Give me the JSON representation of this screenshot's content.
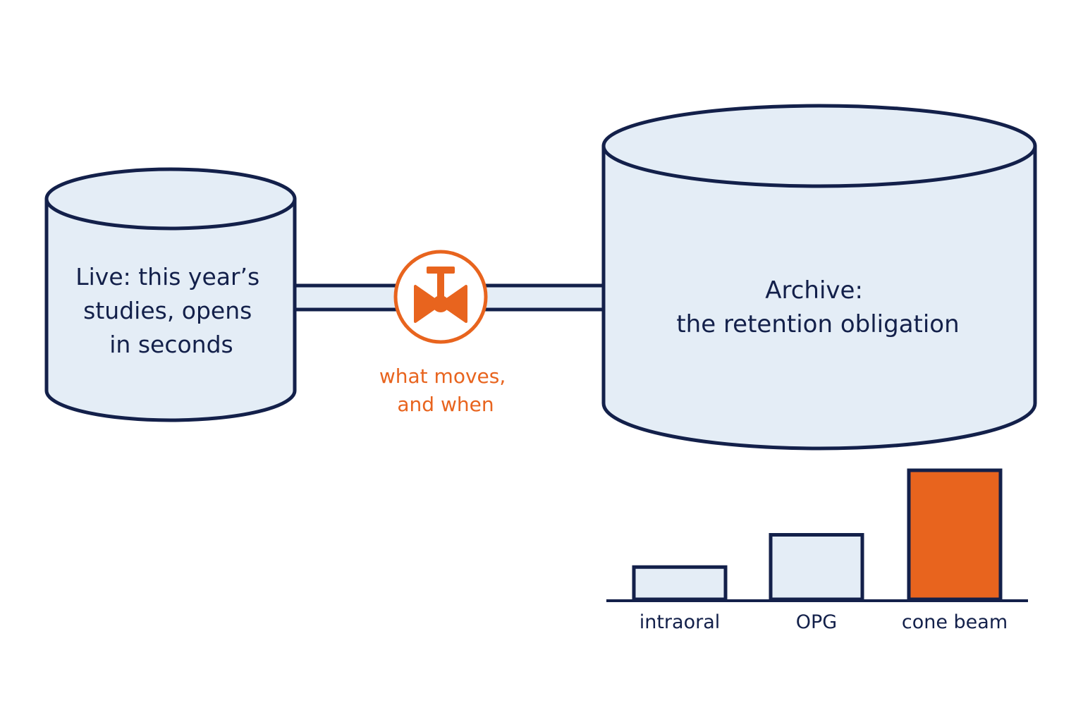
{
  "colors": {
    "navy": "#13204a",
    "fill_light": "#e4edf6",
    "orange": "#e8641e",
    "background": "#ffffff"
  },
  "live": {
    "label_lines": [
      "Live: this year’s",
      "studies, opens",
      "in seconds"
    ]
  },
  "archive": {
    "label_lines": [
      "Archive:",
      "the retention obligation"
    ]
  },
  "valve": {
    "icon": "valve-icon",
    "label_lines": [
      "what moves,",
      "and when"
    ]
  },
  "chart_data": {
    "type": "bar",
    "categories": [
      "intraoral",
      "OPG",
      "cone beam"
    ],
    "values": [
      1,
      2,
      4
    ],
    "highlight_index": 2,
    "ylim": [
      0,
      4
    ],
    "grid": false
  }
}
